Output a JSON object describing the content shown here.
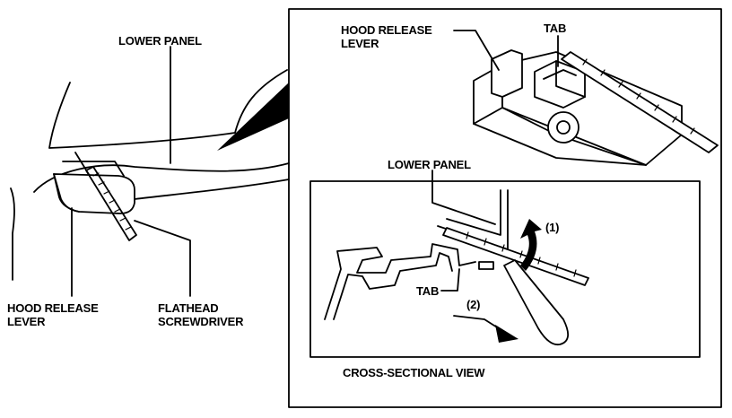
{
  "left_view": {
    "lower_panel_label": "LOWER PANEL",
    "hood_release_lever_label": [
      "HOOD RELEASE",
      "LEVER"
    ],
    "flathead_screwdriver_label": [
      "FLATHEAD",
      "SCREWDRIVER"
    ]
  },
  "detail_view": {
    "hood_release_lever_label": [
      "HOOD RELEASE",
      "LEVER"
    ],
    "tab_label": "TAB"
  },
  "cross_section": {
    "lower_panel_label": "LOWER PANEL",
    "tab_label": "TAB",
    "step_1_label": "(1)",
    "step_2_label": "(2)",
    "caption": "CROSS-SECTIONAL VIEW"
  }
}
